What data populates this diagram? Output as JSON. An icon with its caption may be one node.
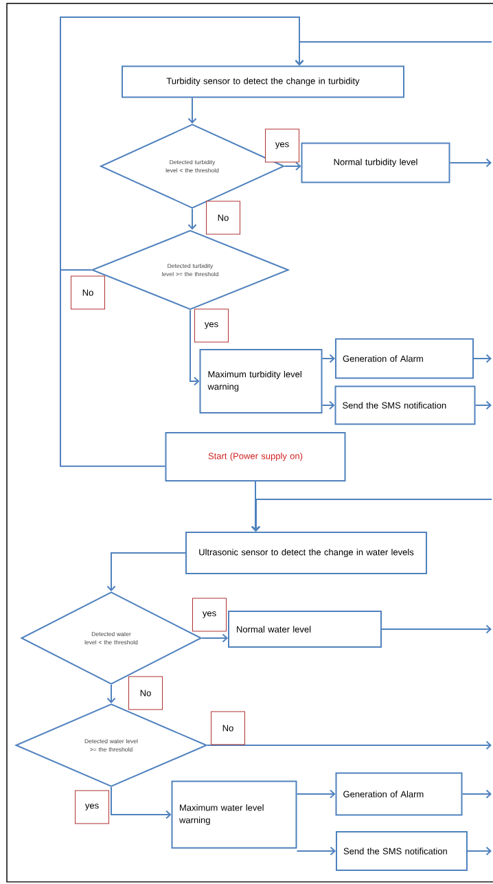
{
  "diagram": {
    "nodes": [
      {
        "text": [
          "Turbidity sensor to detect the change in turbidity"
        ]
      },
      {
        "text": [
          "Detected turbidity level < the threshold"
        ]
      },
      {
        "text": [
          "Normal turbidity level"
        ]
      },
      {
        "text": [
          "Detected turbidity level >= the threshold"
        ]
      },
      {
        "text": [
          "Maximum turbidity level warning"
        ]
      },
      {
        "text": [
          "Generation of Alarm"
        ]
      },
      {
        "text": [
          "Send the SMS notification"
        ]
      },
      {
        "text": [
          "Start (Power supply on)"
        ]
      },
      {
        "text": [
          "Ultrasonic sensor to detect the change in water levels"
        ]
      },
      {
        "text": [
          "Detected water level < the threshold"
        ]
      },
      {
        "text": [
          "Normal water level"
        ]
      },
      {
        "text": [
          "Detected water level >= the threshold"
        ]
      },
      {
        "text": [
          "Maximum water level warning"
        ]
      },
      {
        "text": [
          "Generation of Alarm"
        ]
      },
      {
        "text": [
          "Send the SMS notification"
        ]
      }
    ],
    "edges": [
      {
        "from": 7,
        "to": 0,
        "arrow": "to"
      },
      {
        "from": null,
        "to": 0,
        "arrow": "to"
      },
      {
        "from": 0,
        "to": 1,
        "arrow": "to"
      },
      {
        "from": 1,
        "to": 2,
        "arrow": "to",
        "label": "yes"
      },
      {
        "from": 2,
        "to": null,
        "arrow": "to"
      },
      {
        "from": 1,
        "to": 3,
        "arrow": "to",
        "label": "No"
      },
      {
        "from": 3,
        "to": 0,
        "arrow": "to",
        "label": "No"
      },
      {
        "from": 3,
        "to": 4,
        "arrow": "to",
        "label": "yes"
      },
      {
        "from": 4,
        "to": 5,
        "arrow": "to"
      },
      {
        "from": 4,
        "to": 6,
        "arrow": "to"
      },
      {
        "from": 5,
        "to": null,
        "arrow": "to"
      },
      {
        "from": 6,
        "to": null,
        "arrow": "to"
      },
      {
        "from": 7,
        "to": 8,
        "arrow": "to"
      },
      {
        "from": null,
        "to": 8,
        "arrow": "to"
      },
      {
        "from": 8,
        "to": 9,
        "arrow": "to"
      },
      {
        "from": 9,
        "to": 10,
        "arrow": "to",
        "label": "yes"
      },
      {
        "from": 10,
        "to": null,
        "arrow": "to"
      },
      {
        "from": 9,
        "to": 11,
        "arrow": "to",
        "label": "No"
      },
      {
        "from": 11,
        "to": null,
        "arrow": "to",
        "label": "No"
      },
      {
        "from": 11,
        "to": 12,
        "arrow": "to",
        "label": "yes"
      },
      {
        "from": 12,
        "to": 13,
        "arrow": "to"
      },
      {
        "from": 12,
        "to": 14,
        "arrow": "to"
      },
      {
        "from": 13,
        "to": null,
        "arrow": "to"
      },
      {
        "from": 14,
        "to": null,
        "arrow": "to"
      }
    ]
  }
}
